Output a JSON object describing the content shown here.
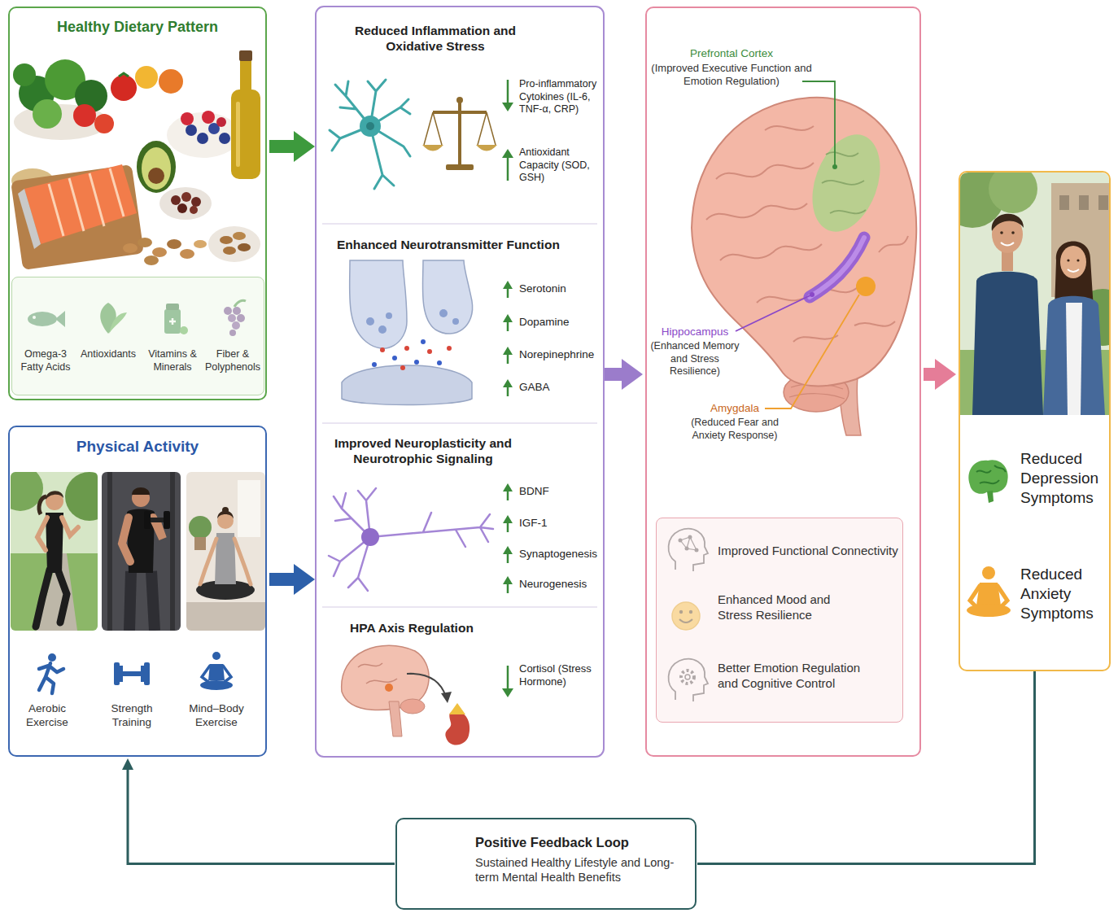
{
  "diagram": {
    "nodes": [
      {
        "text": [
          "Healthy Dietary Pattern"
        ]
      },
      {
        "text": [
          "Omega-3 Fatty Acids",
          "Antioxidants",
          "Vitamins & Minerals",
          "Fiber & Polyphenols"
        ],
        "in": 0
      },
      {
        "text": [
          "Physical Activity",
          "Aerobic Exercise",
          "Strength Training",
          "Mind–Body Exercise"
        ]
      },
      {
        "text": [
          "Reduced Inflammation and Oxidative Stress",
          "Pro-inflammatory Cytokines (IL-6, TNF-α, CRP)",
          "Antioxidant Capacity (SOD, GSH)"
        ]
      },
      {
        "text": [
          "Enhanced Neurotransmitter Function",
          "Serotonin",
          "Dopamine",
          "Norepinephrine",
          "GABA"
        ]
      },
      {
        "text": [
          "Improved Neuroplasticity and Neurotrophic Signaling",
          "BDNF",
          "IGF-1",
          "Synaptogenesis",
          "Neurogenesis"
        ]
      },
      {
        "text": [
          "HPA Axis Regulation",
          "Cortisol (Stress Hormone)"
        ]
      },
      {
        "text": [
          "Prefrontal Cortex",
          "(Improved Executive Function and Emotion Regulation)",
          "Hippocampus",
          "(Enhanced Memory and Stress Resilience)",
          "Amygdala",
          "(Reduced Fear and Anxiety Response)"
        ]
      },
      {
        "text": [
          "Improved Functional Connectivity",
          "Enhanced Mood and Stress Resilience",
          "Better Emotion Regulation and Cognitive Control"
        ],
        "in": 7
      },
      {
        "text": [
          "Reduced Depression Symptoms",
          "Reduced Anxiety Symptoms"
        ]
      },
      {
        "text": [
          "Positive Feedback Loop",
          "Sustained Healthy Lifestyle and Long-term Mental Health Benefits"
        ]
      }
    ],
    "edges": [
      {
        "from": 0,
        "to": 3,
        "arrow": "to"
      },
      {
        "from": 2,
        "to": 5,
        "arrow": "to"
      },
      {
        "from": 4,
        "to": 7,
        "arrow": "to"
      },
      {
        "from": 7,
        "to": 9,
        "arrow": "to"
      },
      {
        "from": 9,
        "to": 10,
        "arrow": "none"
      },
      {
        "from": 10,
        "to": 2,
        "arrow": "to"
      }
    ]
  }
}
